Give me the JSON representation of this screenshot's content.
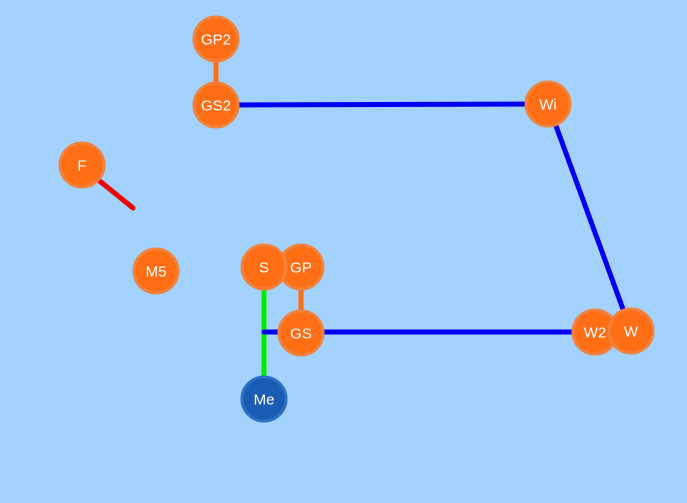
{
  "colors": {
    "background": "#a3d2fe",
    "node_fill": "#ff6e14",
    "node_stroke": "#f2823b",
    "selected_fill": "#1a5cb3",
    "selected_stroke": "#2c6fc4",
    "edge_blue": "#0000f0",
    "edge_orange": "#ff6e14",
    "edge_green": "#00ee00",
    "edge_red": "#ee0000"
  },
  "nodes": [
    {
      "id": "GP2",
      "label": "GP2",
      "style": "normal"
    },
    {
      "id": "GS2",
      "label": "GS2",
      "style": "normal"
    },
    {
      "id": "Wi",
      "label": "Wi",
      "style": "normal"
    },
    {
      "id": "F",
      "label": "F",
      "style": "normal"
    },
    {
      "id": "M5",
      "label": "M5",
      "style": "normal"
    },
    {
      "id": "S",
      "label": "S",
      "style": "normal"
    },
    {
      "id": "GP",
      "label": "GP",
      "style": "normal"
    },
    {
      "id": "GS",
      "label": "GS",
      "style": "normal"
    },
    {
      "id": "W2",
      "label": "W2",
      "style": "normal"
    },
    {
      "id": "W",
      "label": "W",
      "style": "normal"
    },
    {
      "id": "Me",
      "label": "Me",
      "style": "selected"
    }
  ],
  "edges": [
    {
      "from": "GP2",
      "to": "GS2",
      "color": "orange"
    },
    {
      "from": "GS2",
      "to": "Wi",
      "color": "blue"
    },
    {
      "from": "Wi",
      "to": "W",
      "color": "blue"
    },
    {
      "from": "S",
      "to": "Me",
      "color": "green"
    },
    {
      "from": "GP",
      "to": "GS",
      "color": "orange"
    },
    {
      "from": "S",
      "to": "W2",
      "color": "blue"
    },
    {
      "from": "F",
      "to": null,
      "color": "red"
    }
  ]
}
